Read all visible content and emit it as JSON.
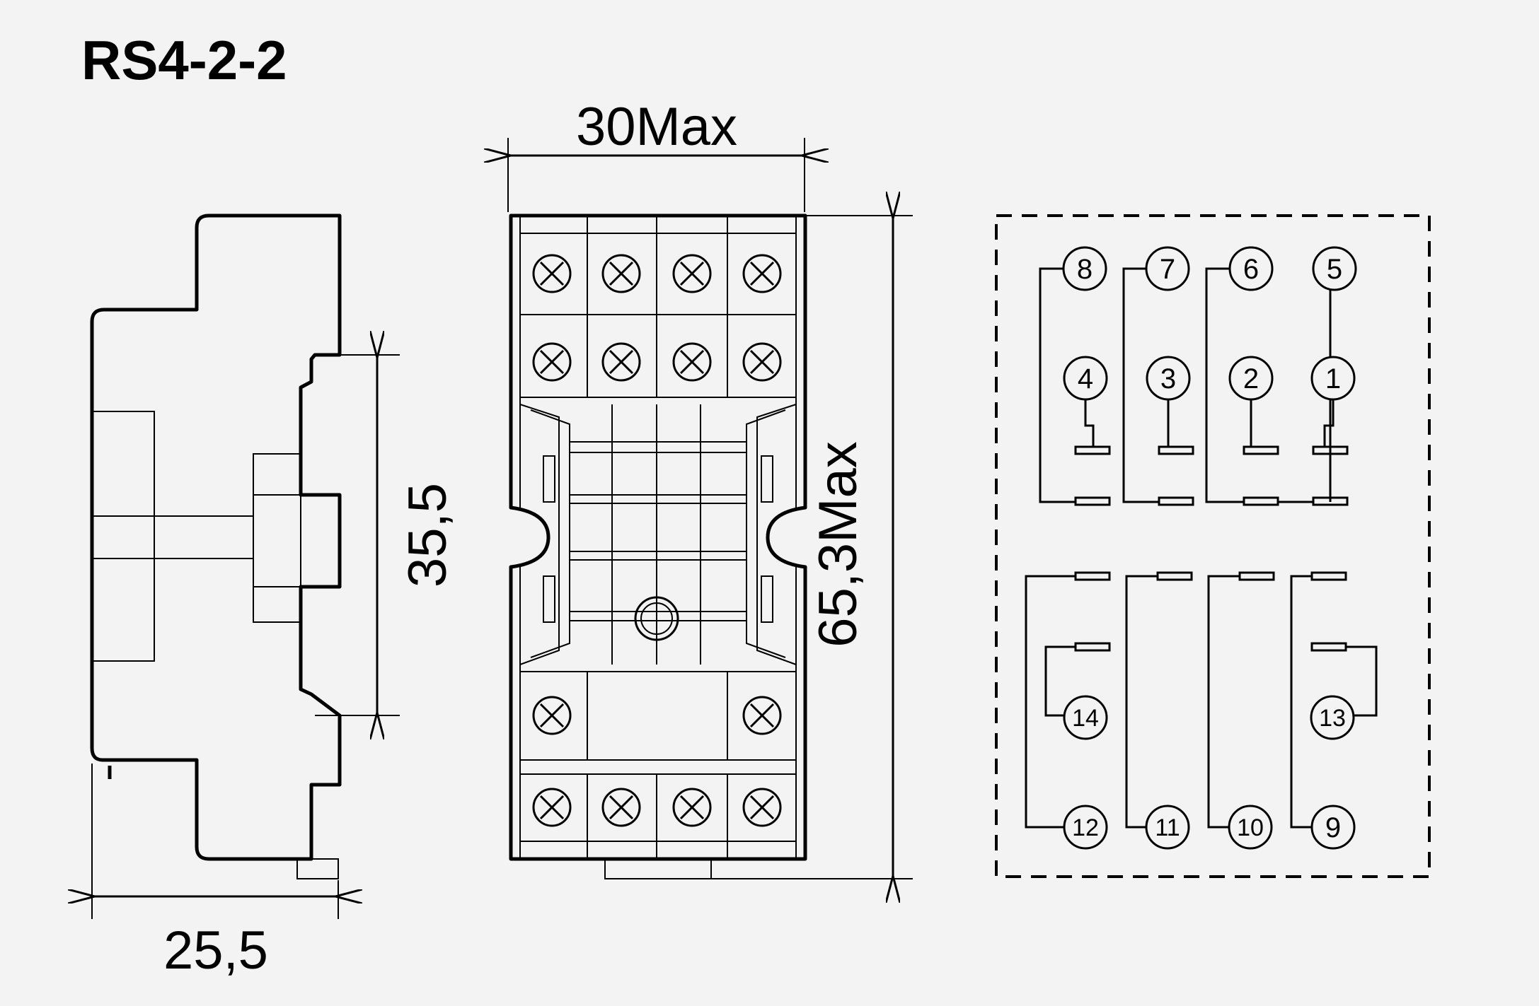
{
  "title": "RS4-2-2",
  "dimensions": {
    "width_side": "25,5",
    "rail_height": "35,5",
    "width_front": "30Max",
    "height_front": "65,3Max"
  },
  "terminals": {
    "coil_top": [
      "8",
      "7",
      "6",
      "5"
    ],
    "common": [
      "4",
      "3",
      "2",
      "1"
    ],
    "coil_pair": [
      "14",
      "13"
    ],
    "bottom": [
      "12",
      "11",
      "10",
      "9"
    ]
  }
}
